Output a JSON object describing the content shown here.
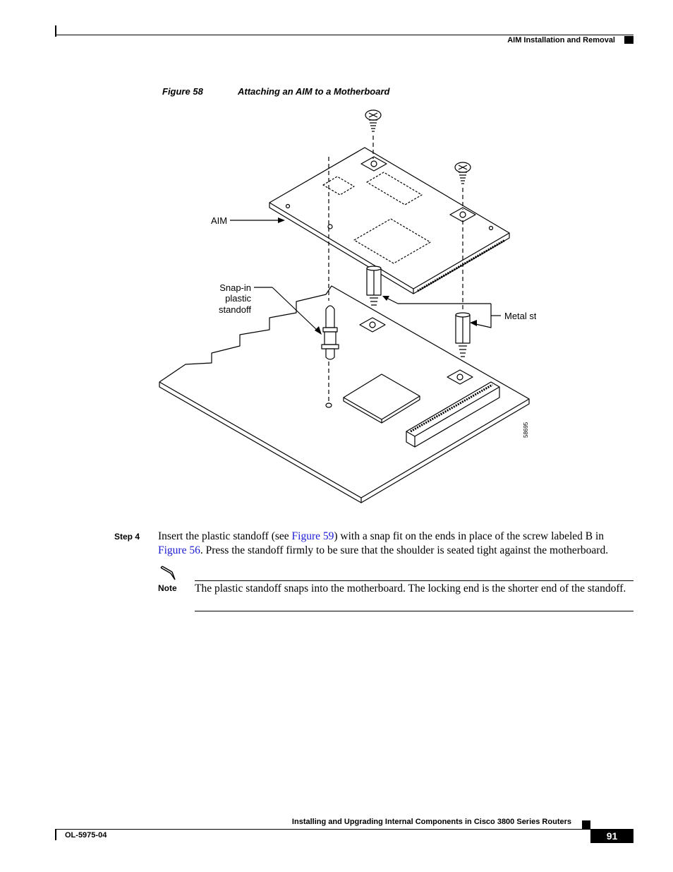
{
  "header": {
    "section_title": "AIM Installation and Removal"
  },
  "figure": {
    "number": "Figure 58",
    "title": "Attaching an AIM to a Motherboard",
    "labels": {
      "aim": "AIM",
      "snap_in_line1": "Snap-in",
      "snap_in_line2": "plastic",
      "snap_in_line3": "standoff",
      "metal_standoffs": "Metal standoffs",
      "figure_id": "58695"
    }
  },
  "step": {
    "label": "Step 4",
    "text_1": "Insert the plastic standoff (see ",
    "link_1": "Figure 59",
    "text_2": ") with a snap fit on the ends in place of the screw labeled B in ",
    "link_2": "Figure 56",
    "text_3": ". Press the standoff firmly to be sure that the shoulder is seated tight against the motherboard."
  },
  "note": {
    "label": "Note",
    "text": "The plastic standoff snaps into the motherboard. The locking end is the shorter end of the standoff."
  },
  "footer": {
    "book_title": "Installing and Upgrading Internal Components in Cisco 3800 Series Routers",
    "doc_number": "OL-5975-04",
    "page_number": "91"
  }
}
